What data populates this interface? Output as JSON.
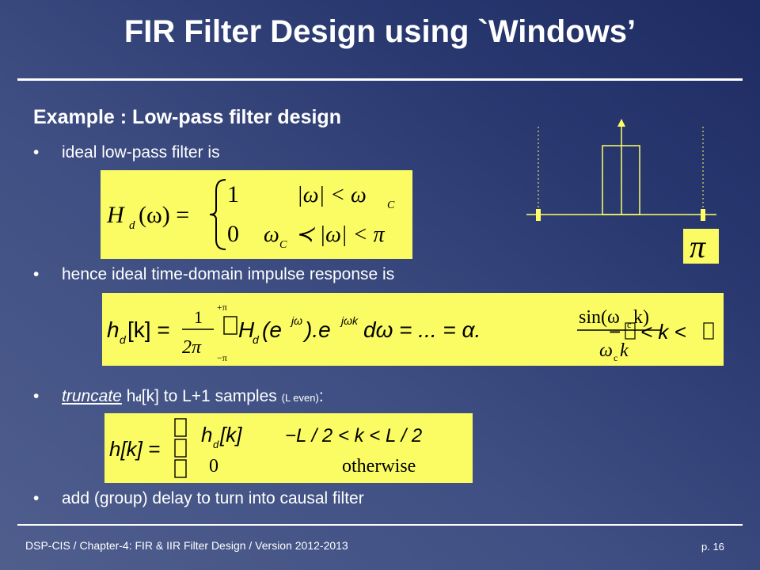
{
  "slide": {
    "title": "FIR Filter Design using `Windows’",
    "subtitle": "Example : Low-pass filter design",
    "bullets": [
      {
        "text": "ideal low-pass filter is"
      },
      {
        "text": "hence ideal time-domain impulse response is"
      },
      {
        "lead": "truncate",
        "sym": "h",
        "sub": "d",
        "mid": "[k] to L+1 samples ",
        "small": "(L even)",
        "tail": ":"
      },
      {
        "text": "add (group) delay to turn into causal filter"
      }
    ],
    "equations": {
      "ideal_lowpass": {
        "lhs": "H",
        "lhs_sub": "d",
        "lhs_arg": "(ω) =",
        "case1_val": "1",
        "case1_cond": "|ω| < ω",
        "case1_cond_sub": "C",
        "case2_val": "0",
        "case2_cond_a": "ω",
        "case2_cond_a_sub": "C",
        "case2_cond_b": "≺ |ω| < π"
      },
      "impulse_response": {
        "lhs": "h",
        "lhs_sub": "d",
        "lhs_arg": "[k] =",
        "frac_num": "1",
        "frac_den": "2π",
        "upper": "+π",
        "lower": "−π",
        "integrand_H": "H",
        "integrand_sub": "d",
        "integrand_arg": "(e",
        "exp1": "jω",
        "mid": ").e",
        "exp2": "jωk",
        "dw": "dω = ... = α.",
        "sinc_num": "sin(ω",
        "sinc_num_sub": "c",
        "sinc_num_tail": "k)",
        "sinc_den": "ω",
        "sinc_den_sub": "c",
        "sinc_den_tail": "k",
        "range_a": "−",
        "range_mid": "< k <"
      },
      "truncated": {
        "lhs": "h[k] =",
        "case1_val": "h",
        "case1_sub": "d",
        "case1_tail": "[k]",
        "case1_cond": "−L / 2 < k < L / 2",
        "case2_val": "0",
        "case2_cond": "otherwise"
      }
    },
    "pi_label": "π",
    "footer": "DSP-CIS  /  Chapter-4: FIR & IIR Filter Design  /  Version 2012-2013",
    "page": "p. 16",
    "colors": {
      "equation_bg": "#fbfc63",
      "diagram_line": "#ffff66",
      "text": "#ffffff"
    }
  }
}
